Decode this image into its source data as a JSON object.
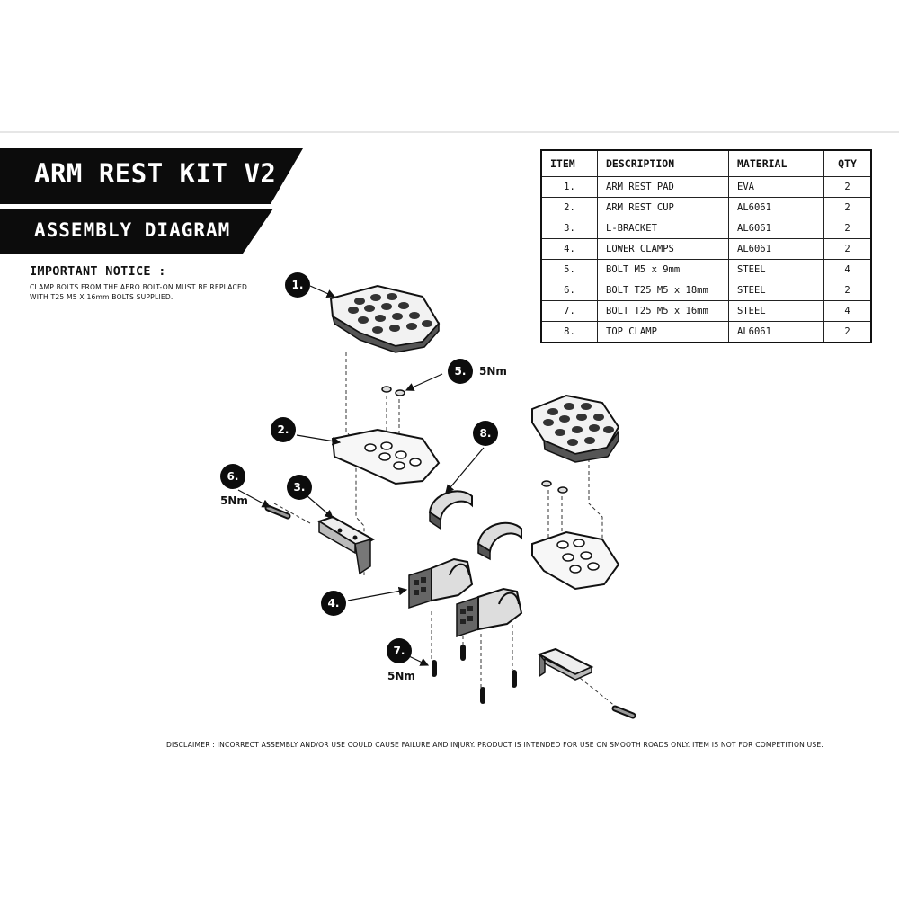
{
  "title": "ARM REST KIT V2",
  "subtitle": "ASSEMBLY DIAGRAM",
  "notice": {
    "title": "IMPORTANT NOTICE :",
    "line1": "CLAMP BOLTS FROM THE AERO BOLT-ON MUST BE REPLACED",
    "line2": "WITH T25 M5 X 16mm BOLTS SUPPLIED."
  },
  "table": {
    "headers": {
      "item": "ITEM",
      "description": "DESCRIPTION",
      "material": "MATERIAL",
      "qty": "QTY"
    },
    "rows": [
      {
        "item": "1.",
        "description": "ARM REST PAD",
        "material": "EVA",
        "qty": "2"
      },
      {
        "item": "2.",
        "description": "ARM REST CUP",
        "material": "AL6061",
        "qty": "2"
      },
      {
        "item": "3.",
        "description": "L-BRACKET",
        "material": "AL6061",
        "qty": "2"
      },
      {
        "item": "4.",
        "description": "LOWER CLAMPS",
        "material": "AL6061",
        "qty": "2"
      },
      {
        "item": "5.",
        "description": "BOLT M5 x 9mm",
        "material": "STEEL",
        "qty": "4"
      },
      {
        "item": "6.",
        "description": "BOLT T25 M5 x 18mm",
        "material": "STEEL",
        "qty": "2"
      },
      {
        "item": "7.",
        "description": "BOLT T25 M5 x 16mm",
        "material": "STEEL",
        "qty": "4"
      },
      {
        "item": "8.",
        "description": "TOP CLAMP",
        "material": "AL6061",
        "qty": "2"
      }
    ]
  },
  "callouts": {
    "c1": "1.",
    "c2": "2.",
    "c3": "3.",
    "c4": "4.",
    "c5": "5.",
    "c6": "6.",
    "c7": "7.",
    "c8": "8."
  },
  "torque": {
    "t5": "5Nm",
    "t6": "5Nm",
    "t7": "5Nm"
  },
  "disclaimer": "DISCLAIMER : INCORRECT ASSEMBLY AND/OR USE COULD CAUSE FAILURE AND INJURY.  PRODUCT IS INTENDED FOR USE ON SMOOTH ROADS ONLY. ITEM IS NOT FOR COMPETITION USE."
}
